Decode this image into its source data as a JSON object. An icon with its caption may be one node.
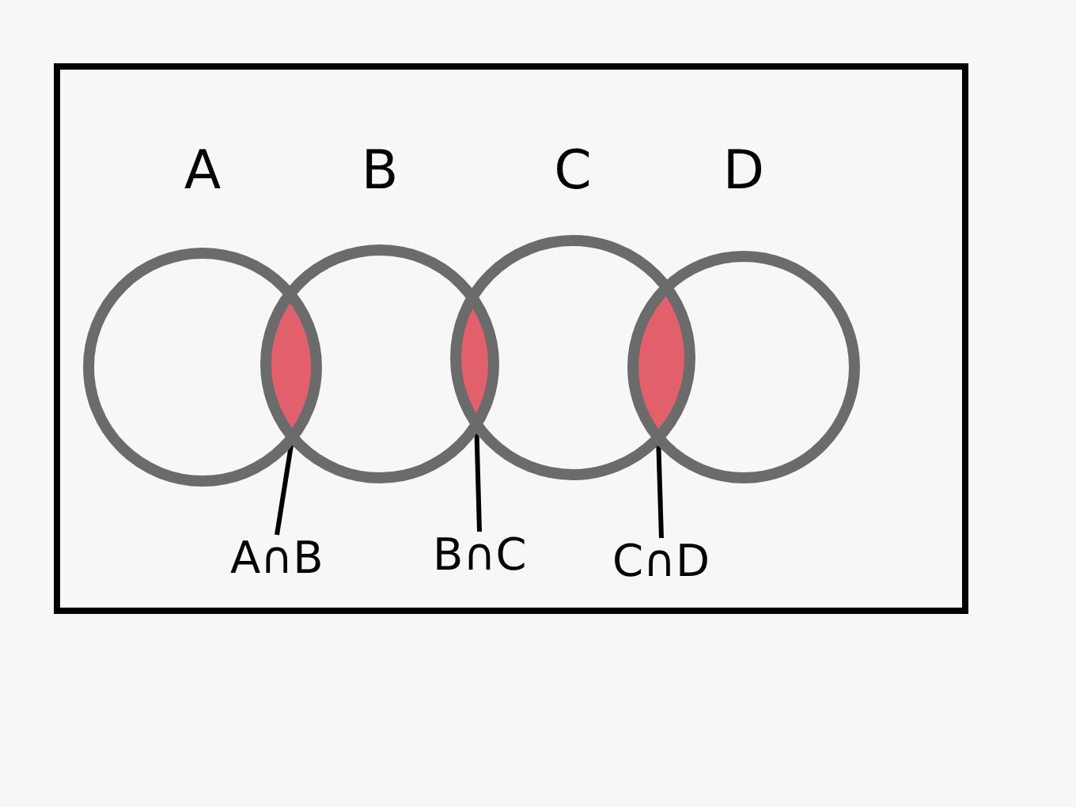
{
  "diagram": {
    "nodes": [
      {
        "text": [
          "A"
        ]
      },
      {
        "text": [
          "B"
        ]
      },
      {
        "text": [
          "C"
        ]
      },
      {
        "text": [
          "D"
        ]
      },
      {
        "text": [],
        "shape": "lens"
      },
      {
        "text": [],
        "shape": "lens"
      },
      {
        "text": [],
        "shape": "lens"
      },
      {
        "text": [
          "A∩B"
        ]
      },
      {
        "text": [
          "B∩C"
        ]
      },
      {
        "text": [
          "C∩D"
        ]
      }
    ],
    "edges": [
      {
        "from": 7,
        "to": 4,
        "arrow": "none"
      },
      {
        "from": 8,
        "to": 5,
        "arrow": "none"
      },
      {
        "from": 9,
        "to": 6,
        "arrow": "none"
      }
    ]
  }
}
